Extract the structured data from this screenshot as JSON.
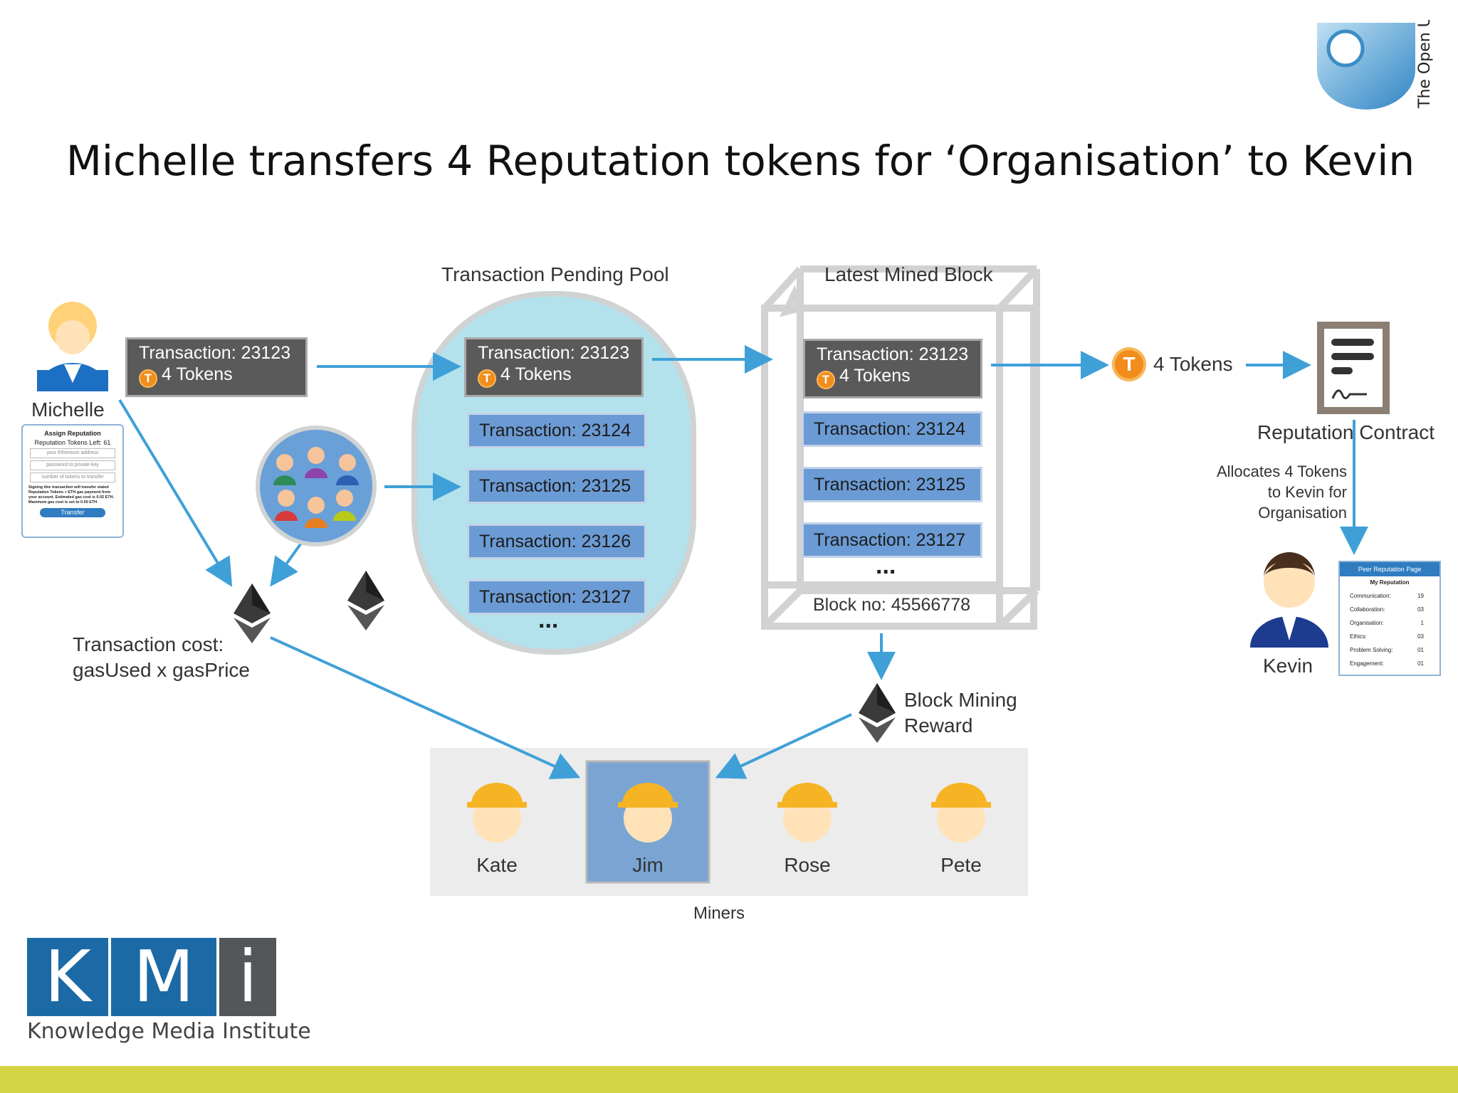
{
  "title": "Michelle transfers 4 Reputation tokens for ‘Organisation’ to Kevin",
  "logos": {
    "open_university": "The Open University",
    "kmi_letters": [
      "K",
      "M",
      "i"
    ],
    "kmi_name": "Knowledge Media Institute"
  },
  "colors": {
    "accent_blue": "#3fa0d8",
    "pool_fill": "#b3e2ec",
    "tx_blue": "#6b9bd4",
    "tx_dark": "#5a5a5a",
    "coin": "#f08d1c",
    "footer": "#d4d446",
    "kmi_blue": "#1b6aa5",
    "kmi_gray": "#53575a"
  },
  "michelle": {
    "name": "Michelle",
    "transaction": {
      "label": "Transaction: 23123",
      "tokens": "4 Tokens"
    },
    "form": {
      "title": "Assign Reputation",
      "tokens_left": "Reputation Tokens Left: 61",
      "fields": [
        "your Ethereum address",
        "password to private key",
        "number of tokens to transfer"
      ],
      "note": "Signing this transaction will transfer stated Reputation Tokens + ETH gas payment from your account. Estimated gas cost is 0.02 ETH. Maximum gas cost is set to 0.05 ETH",
      "button": "Transfer"
    }
  },
  "transaction_cost": {
    "line1": "Transaction cost:",
    "line2": "gasUsed x gasPrice"
  },
  "pending_pool": {
    "title": "Transaction Pending Pool",
    "first": {
      "label": "Transaction: 23123",
      "tokens": "4 Tokens"
    },
    "items": [
      "Transaction: 23124",
      "Transaction: 23125",
      "Transaction: 23126",
      "Transaction: 23127"
    ],
    "ellipsis": "..."
  },
  "mined_block": {
    "title": "Latest Mined Block",
    "first": {
      "label": "Transaction: 23123",
      "tokens": "4 Tokens"
    },
    "items": [
      "Transaction: 23124",
      "Transaction: 23125",
      "Transaction: 23127"
    ],
    "ellipsis": "...",
    "block_no": "Block no: 45566778"
  },
  "reward": {
    "line1": "Block Mining",
    "line2": "Reward"
  },
  "tokens_flow": {
    "label": "4 Tokens"
  },
  "contract": {
    "label": "Reputation Contract",
    "allocation": [
      "Allocates 4 Tokens",
      "to Kevin for",
      "Organisation"
    ]
  },
  "kevin": {
    "name": "Kevin",
    "card": {
      "title": "Peer Reputation Page",
      "subtitle": "My Reputation",
      "rows": [
        {
          "label": "Communication:",
          "value": "19"
        },
        {
          "label": "Collaboration:",
          "value": "03"
        },
        {
          "label": "Organisation:",
          "value": "1"
        },
        {
          "label": "Ethics:",
          "value": "03"
        },
        {
          "label": "Problem Solving:",
          "value": "01"
        },
        {
          "label": "Engagement:",
          "value": "01"
        }
      ]
    }
  },
  "miners": {
    "label": "Miners",
    "names": [
      "Kate",
      "Jim",
      "Rose",
      "Pete"
    ]
  }
}
